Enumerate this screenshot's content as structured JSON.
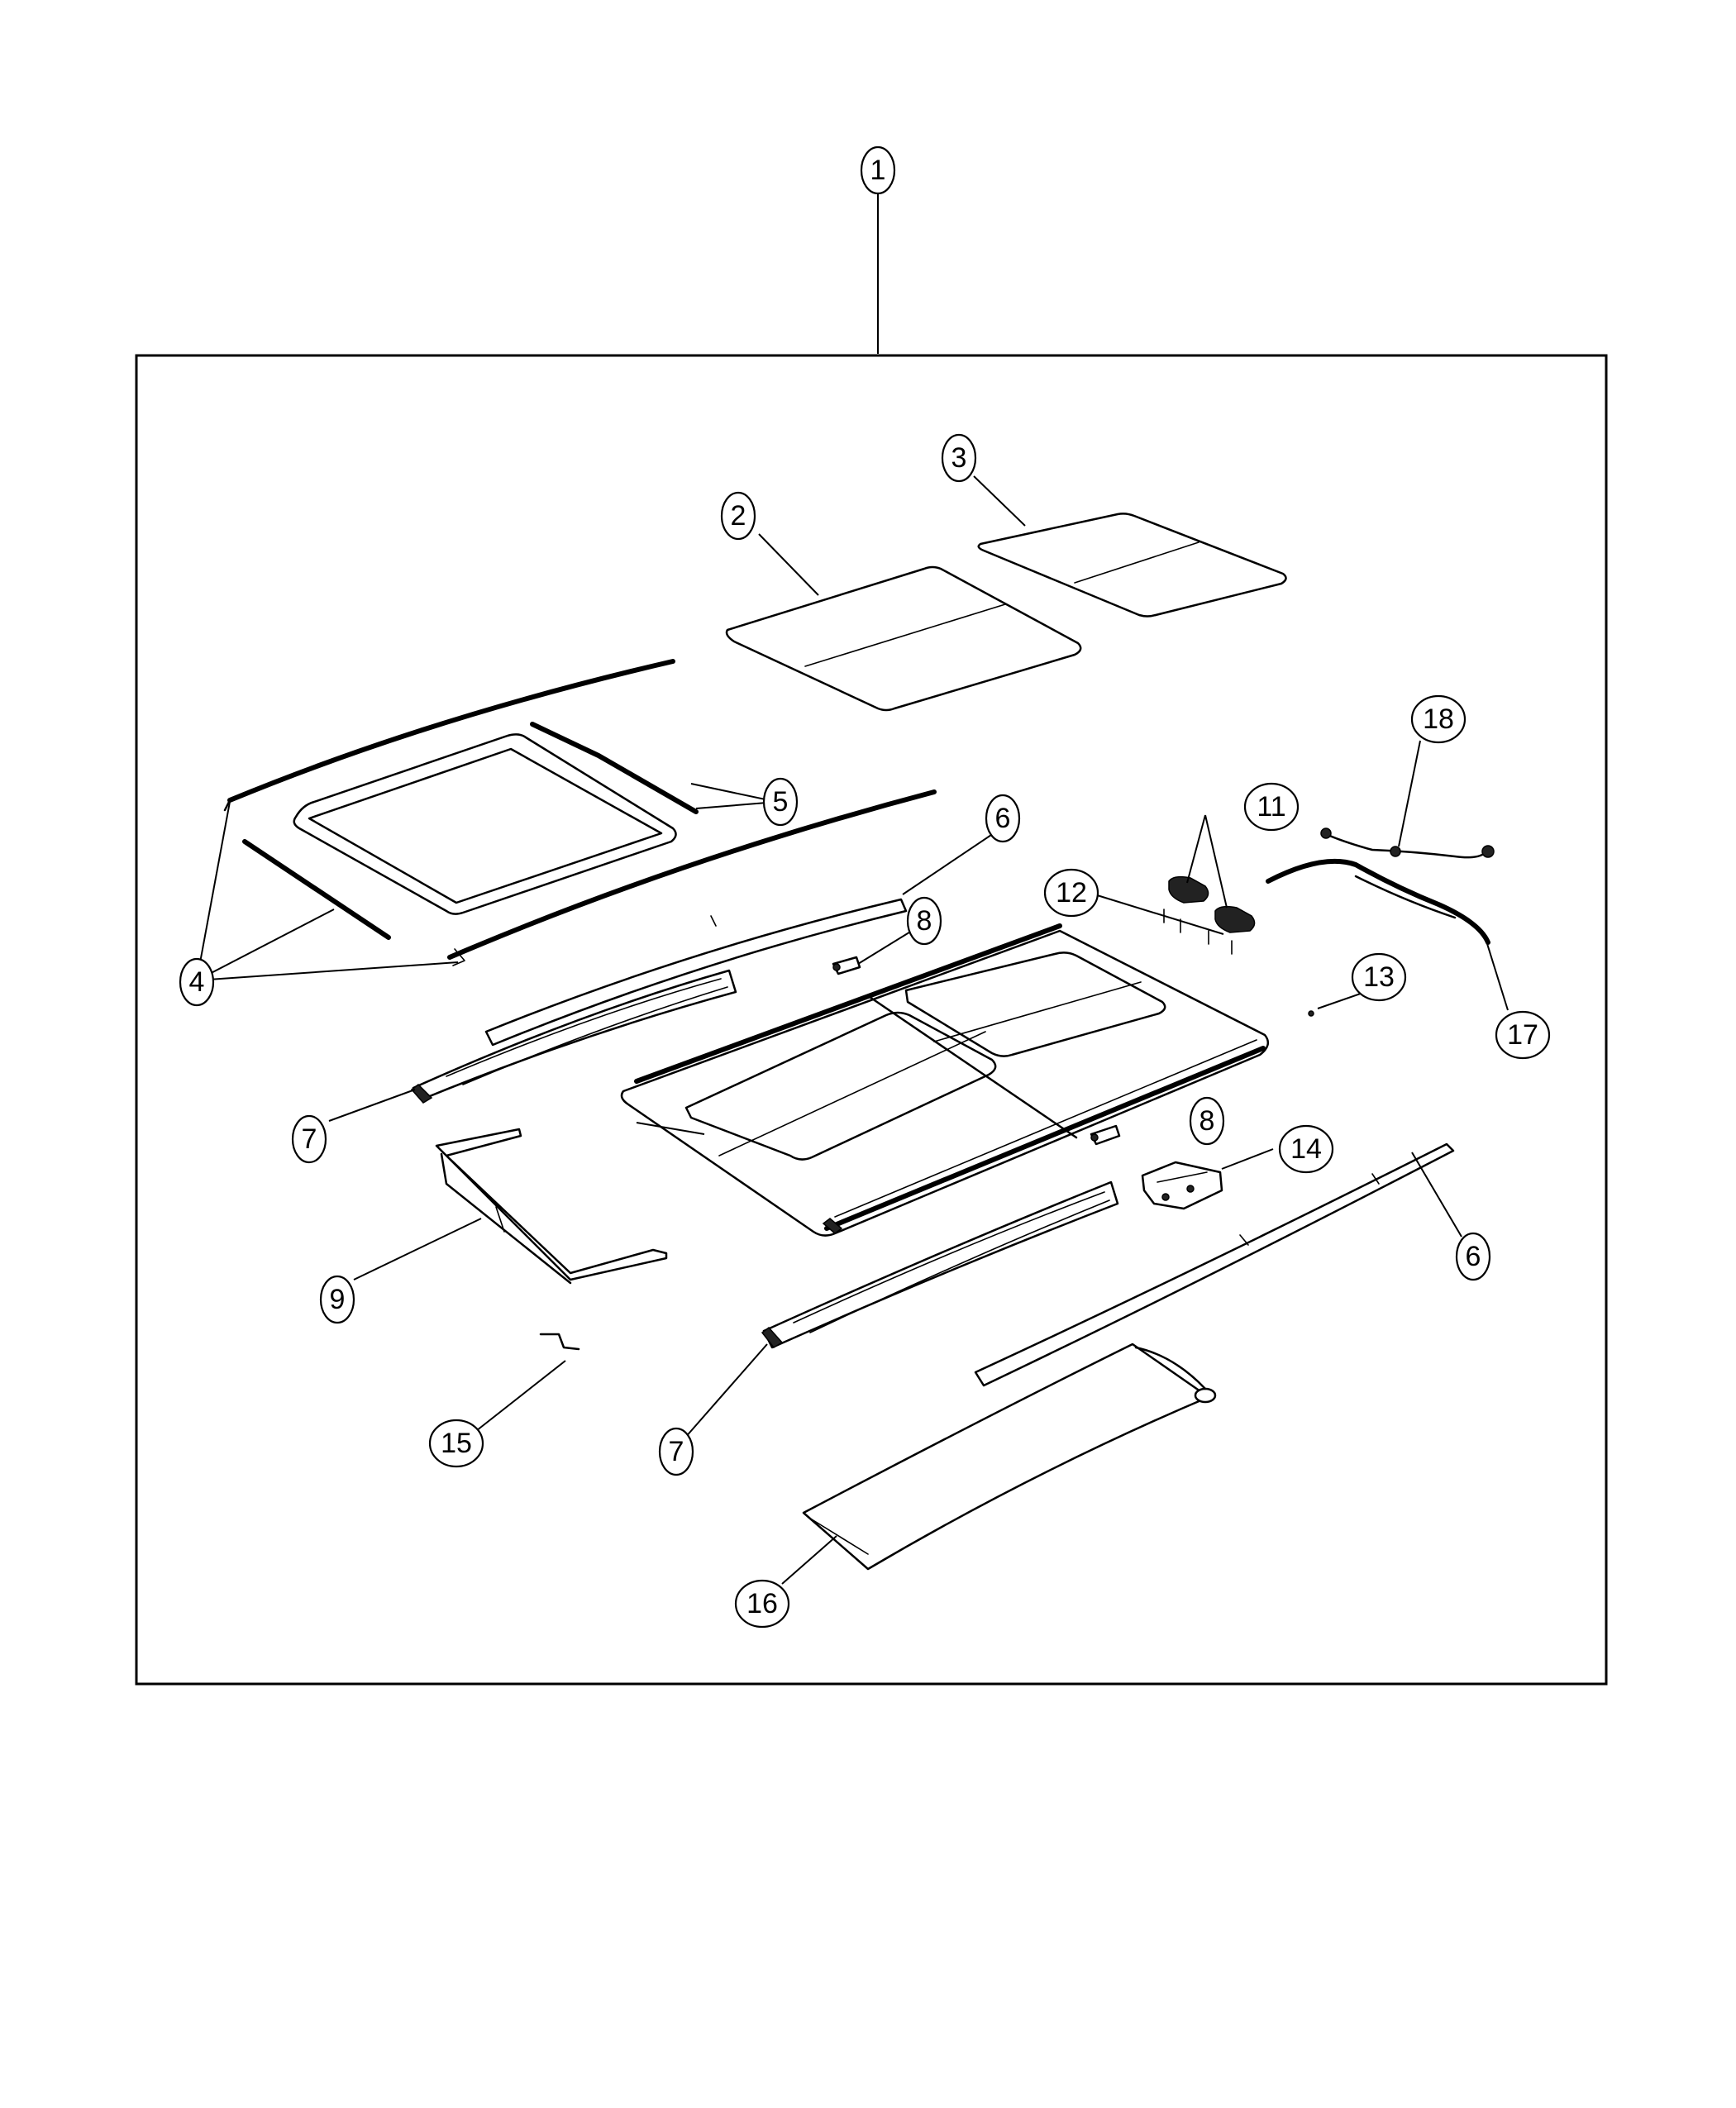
{
  "callouts": [
    {
      "id": "1",
      "label": "1"
    },
    {
      "id": "2",
      "label": "2"
    },
    {
      "id": "3",
      "label": "3"
    },
    {
      "id": "4",
      "label": "4"
    },
    {
      "id": "5",
      "label": "5"
    },
    {
      "id": "6a",
      "label": "6"
    },
    {
      "id": "6b",
      "label": "6"
    },
    {
      "id": "7a",
      "label": "7"
    },
    {
      "id": "7b",
      "label": "7"
    },
    {
      "id": "8a",
      "label": "8"
    },
    {
      "id": "8b",
      "label": "8"
    },
    {
      "id": "9",
      "label": "9"
    },
    {
      "id": "11",
      "label": "11"
    },
    {
      "id": "12",
      "label": "12"
    },
    {
      "id": "13",
      "label": "13"
    },
    {
      "id": "14",
      "label": "14"
    },
    {
      "id": "15",
      "label": "15"
    },
    {
      "id": "16",
      "label": "16"
    },
    {
      "id": "17",
      "label": "17"
    },
    {
      "id": "18",
      "label": "18"
    }
  ]
}
